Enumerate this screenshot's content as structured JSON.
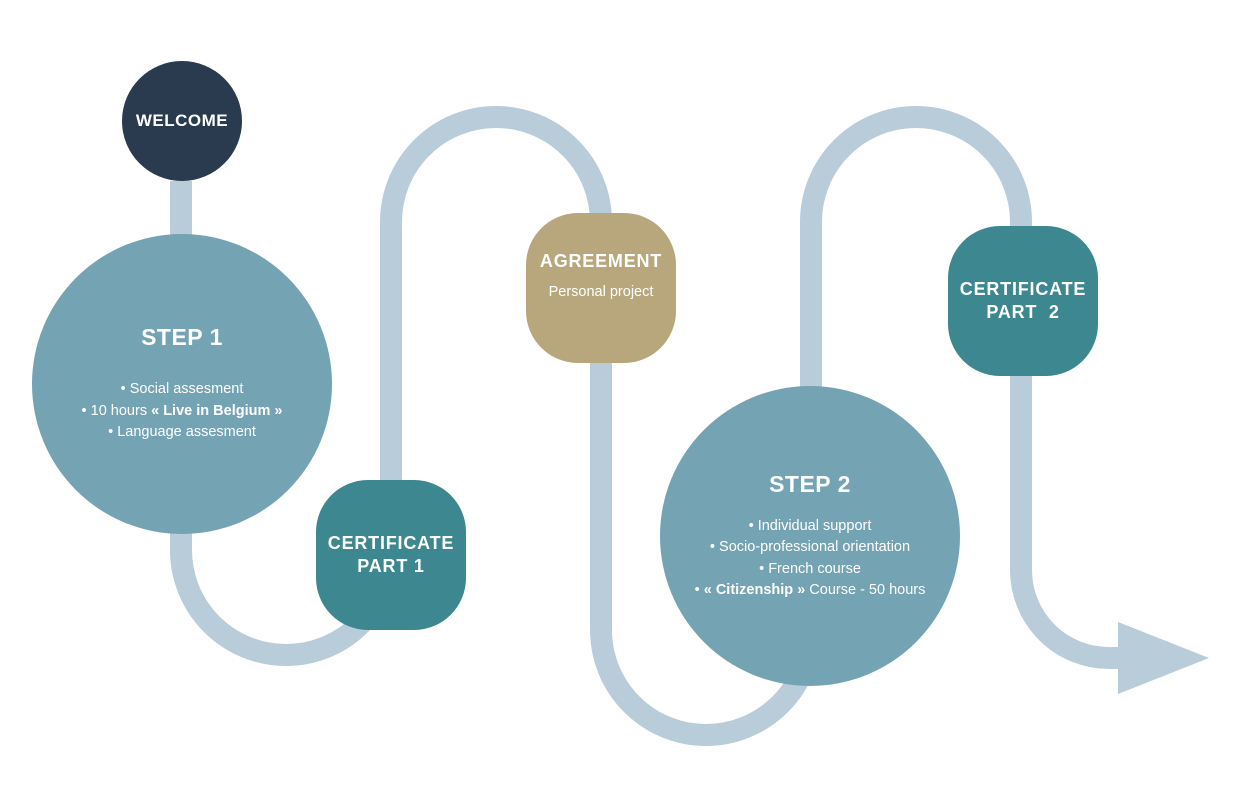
{
  "diagram": {
    "colors": {
      "path": "#b9ccda",
      "welcome": "#2a3a4f",
      "step": "#74a3b3",
      "certificate": "#3c8790",
      "agreement": "#b8a77c",
      "text": "#ffffff"
    },
    "welcome": {
      "title": "WELCOME"
    },
    "step1": {
      "title": "STEP 1",
      "bullet1": "Social assesment",
      "bullet2_pre": "10 hours  ",
      "bullet2_bold": "« Live in Belgium »",
      "bullet3": "Language assesment"
    },
    "certificate1": {
      "line1": "CERTIFICATE",
      "line2": "PART 1"
    },
    "agreement": {
      "title": "AGREEMENT",
      "subtitle": "Personal project"
    },
    "step2": {
      "title": "STEP 2",
      "bullet1": "Individual support",
      "bullet2": "Socio-professional orientation",
      "bullet3": "French course",
      "bullet4_bold": "« Citizenship »",
      "bullet4_post": " Course - 50 hours"
    },
    "certificate2": {
      "line1": "CERTIFICATE",
      "line2": "PART  2"
    }
  }
}
